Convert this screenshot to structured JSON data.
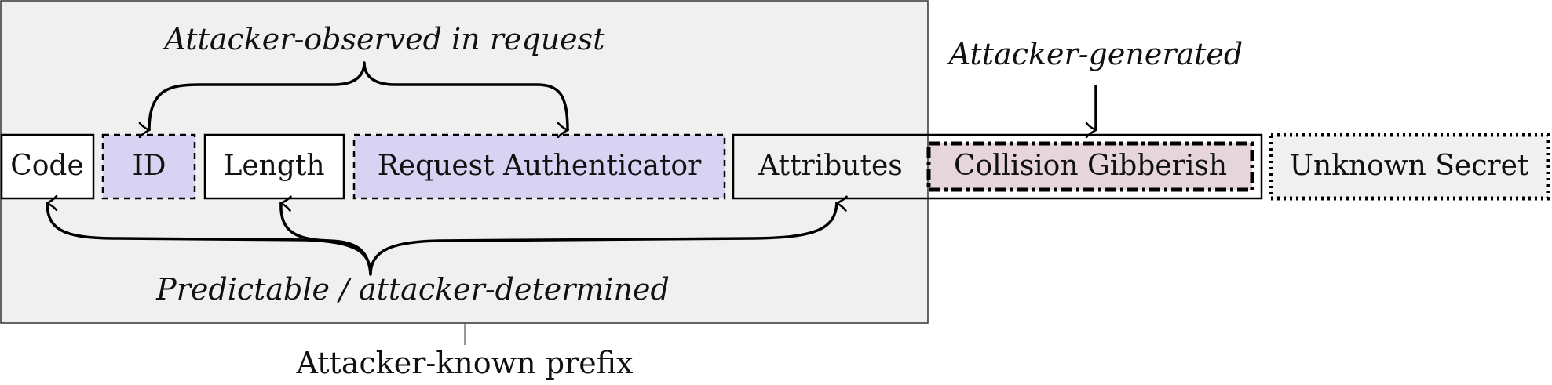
{
  "diagram": {
    "fields": [
      {
        "label": "Code"
      },
      {
        "label": "ID"
      },
      {
        "label": "Length"
      },
      {
        "label": "Request Authenticator"
      },
      {
        "label": "Attributes"
      },
      {
        "label": "Collision Gibberish"
      },
      {
        "label": "Unknown Secret"
      }
    ],
    "annotations": {
      "observed": "Attacker-observed in request",
      "generated": "Attacker-generated",
      "predictable": "Predictable / attacker-determined",
      "prefix": "Attacker-known prefix"
    },
    "colors": {
      "prefix_region": "#f0f0f0",
      "observed_fill": "#d8d3f2",
      "gibberish_fill": "#e6d5da",
      "secret_fill": "#f0f0f0",
      "stroke": "#000000"
    }
  }
}
